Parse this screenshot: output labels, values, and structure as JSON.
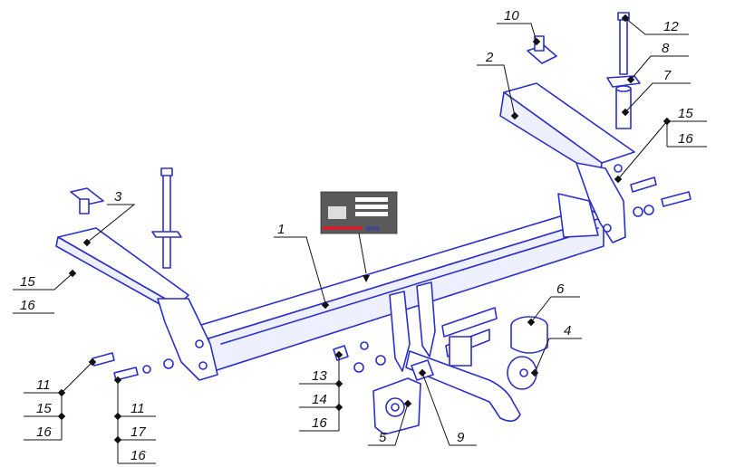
{
  "callouts": {
    "c1": "1",
    "c2": "2",
    "c3": "3",
    "c4": "4",
    "c5": "5",
    "c6": "6",
    "c7": "7",
    "c8": "8",
    "c9": "9",
    "c10": "10",
    "c11a": "11",
    "c11b": "11",
    "c12": "12",
    "c13": "13",
    "c14": "14",
    "c15a": "15",
    "c15b": "15",
    "c15c": "15",
    "c16a": "16",
    "c16b": "16",
    "c16c": "16",
    "c16d": "16",
    "c16e": "16",
    "c17": "17"
  },
  "plate": {
    "brand": "oris"
  },
  "colors": {
    "line": "#2b2fc9",
    "leader": "#111111",
    "plate": "#5a5a5a",
    "plate_accent": "#d0202a"
  }
}
